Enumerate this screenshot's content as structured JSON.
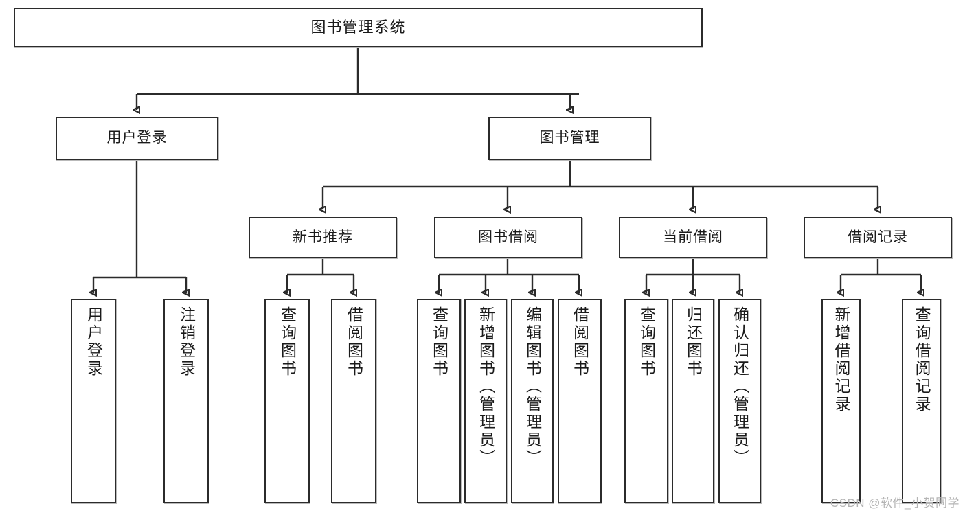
{
  "diagram": {
    "type": "tree",
    "title": "图书管理系统",
    "root": {
      "label": "图书管理系统"
    },
    "level2": [
      {
        "label": "用户登录"
      },
      {
        "label": "图书管理"
      }
    ],
    "level3": [
      {
        "label": "新书推荐"
      },
      {
        "label": "图书借阅"
      },
      {
        "label": "当前借阅"
      },
      {
        "label": "借阅记录"
      }
    ],
    "leaves": {
      "user_login": [
        {
          "label": "用户登录"
        },
        {
          "label": "注销登录"
        }
      ],
      "new_book_recommend": [
        {
          "label": "查询图书"
        },
        {
          "label": "借阅图书"
        }
      ],
      "book_borrow": [
        {
          "label": "查询图书"
        },
        {
          "label": "新增图书（管理员）"
        },
        {
          "label": "编辑图书（管理员）"
        },
        {
          "label": "借阅图书"
        }
      ],
      "current_borrow": [
        {
          "label": "查询图书"
        },
        {
          "label": "归还图书"
        },
        {
          "label": "确认归还（管理员）"
        }
      ],
      "borrow_record": [
        {
          "label": "新增借阅记录"
        },
        {
          "label": "查询借阅记录"
        }
      ]
    }
  },
  "watermark": {
    "text": "CSDN @软件_小贺同学"
  },
  "colors": {
    "border": "#2b2b2b",
    "text": "#1a1a1a",
    "background": "#ffffff",
    "watermark": "#b4b4b4"
  }
}
